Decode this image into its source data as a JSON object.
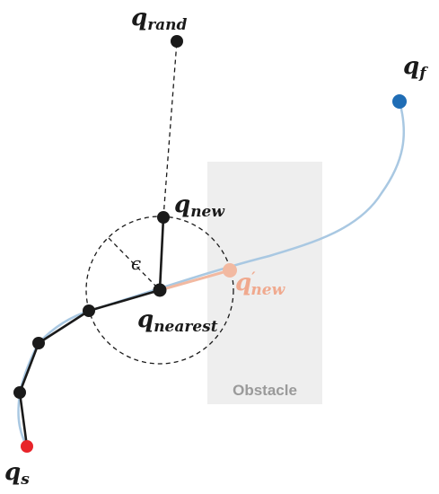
{
  "labels": {
    "q_rand": {
      "base": "q",
      "sub": "rand"
    },
    "q_new": {
      "base": "q",
      "sub": "new"
    },
    "q_new_prime": {
      "base": "q",
      "prime": "′",
      "sub": "new"
    },
    "q_nearest": {
      "base": "q",
      "sub": "nearest"
    },
    "q_f": {
      "base": "q",
      "sub": "f"
    },
    "q_s": {
      "base": "q",
      "sub": "s"
    },
    "epsilon": "ϵ",
    "obstacle": "Obstacle"
  },
  "colors": {
    "tree": "#1a1a1a",
    "start_node": "#e8242a",
    "goal_node": "#1f6db5",
    "goal_path": "#a9c8e2",
    "rejected": "#f2b9a1",
    "rejected_label": "#f0a98e",
    "obstacle_fill": "#eeeeee",
    "obstacle_text": "#9a9a9a"
  }
}
